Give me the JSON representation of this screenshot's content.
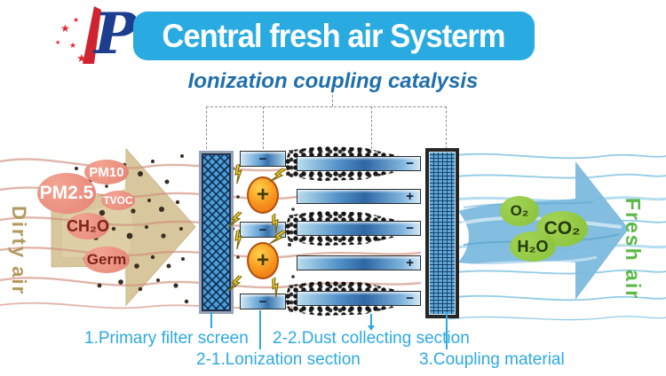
{
  "header": {
    "title": "Central fresh air Systerm",
    "subtitle": "Ionization coupling catalysis",
    "logo_letter": "P"
  },
  "flow": {
    "dirty_air_label": "Dirty air",
    "fresh_air_label": "Fresh air",
    "pollutants": [
      {
        "label": "PM10"
      },
      {
        "label": "PM2.5"
      },
      {
        "label": "TVOC"
      },
      {
        "label": "CH₂O"
      },
      {
        "label": "Germ"
      }
    ],
    "molecules": [
      {
        "label": "O₂"
      },
      {
        "label": "CO₂"
      },
      {
        "label": "H₂O"
      }
    ],
    "ionizer": {
      "plates": [
        {
          "sign": "−"
        },
        {
          "sign": "−"
        },
        {
          "sign": "−"
        }
      ],
      "ions": [
        {
          "sign": "+"
        },
        {
          "sign": "+"
        }
      ]
    },
    "collector": {
      "bars": [
        {
          "sign": "−"
        },
        {
          "sign": "+"
        },
        {
          "sign": "−"
        },
        {
          "sign": "+"
        },
        {
          "sign": "−"
        }
      ]
    }
  },
  "sections": {
    "filter": "1.Primary filter screen",
    "ionization": "2-1.Lonization section",
    "dust": "2-2.Dust collecting section",
    "coupling": "3.Coupling material"
  },
  "colors": {
    "banner": "#29abe2",
    "subtitle": "#1f6fad",
    "section_label": "#2caae2",
    "pollutant_bubble": "#e98d7e",
    "molecule_bubble": "#8dc63f",
    "dirty_air_text": "#b3995e",
    "fresh_air_text": "#5cb947"
  }
}
